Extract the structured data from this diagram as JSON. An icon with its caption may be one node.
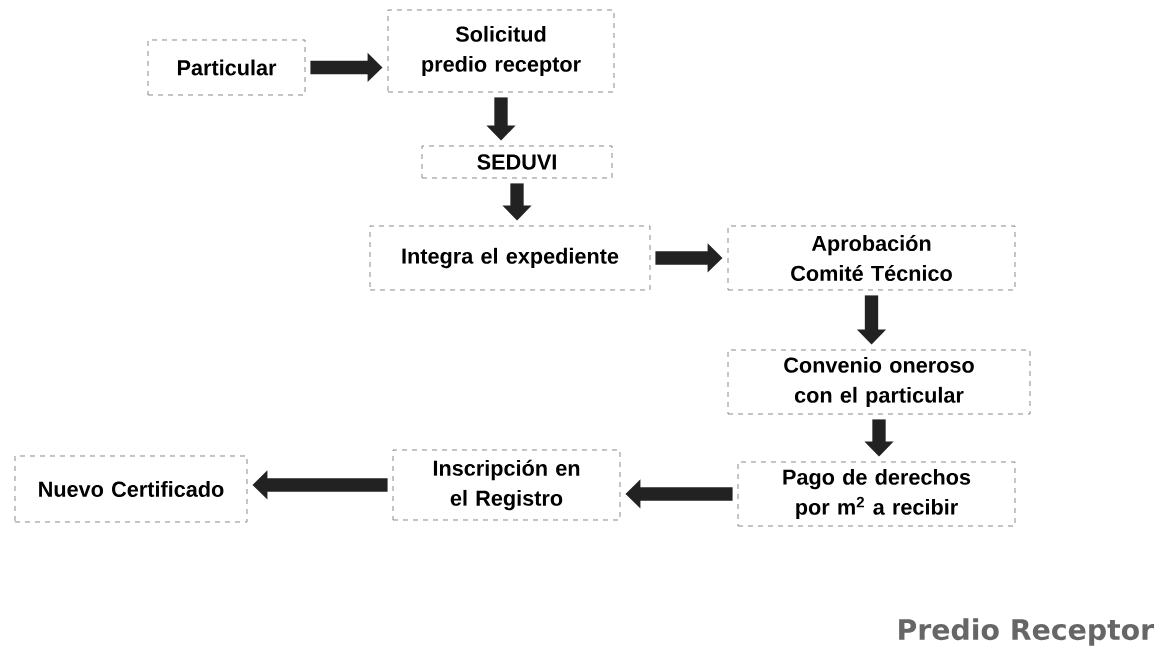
{
  "diagram": {
    "caption": "Predio Receptor",
    "nodes": [
      {
        "text": [
          "Particular"
        ]
      },
      {
        "text": [
          "Solicitud predio receptor"
        ]
      },
      {
        "text": [
          "SEDUVI"
        ]
      },
      {
        "text": [
          "Integra el expediente"
        ]
      },
      {
        "text": [
          "Aprobación Comité Técnico"
        ]
      },
      {
        "text": [
          "Convenio oneroso con el particular"
        ]
      },
      {
        "text": [
          "Pago de derechos por m$^{2}$ a recibir"
        ]
      },
      {
        "text": [
          "Inscripción en el Registro"
        ]
      },
      {
        "text": [
          "Nuevo Certificado"
        ]
      }
    ],
    "edges": [
      {
        "from": 0,
        "to": 1,
        "arrow": "to"
      },
      {
        "from": 1,
        "to": 2,
        "arrow": "to"
      },
      {
        "from": 2,
        "to": 3,
        "arrow": "to"
      },
      {
        "from": 3,
        "to": 4,
        "arrow": "to"
      },
      {
        "from": 4,
        "to": 5,
        "arrow": "to"
      },
      {
        "from": 5,
        "to": 6,
        "arrow": "to"
      },
      {
        "from": 6,
        "to": 7,
        "arrow": "to"
      },
      {
        "from": 7,
        "to": 8,
        "arrow": "to"
      }
    ]
  }
}
